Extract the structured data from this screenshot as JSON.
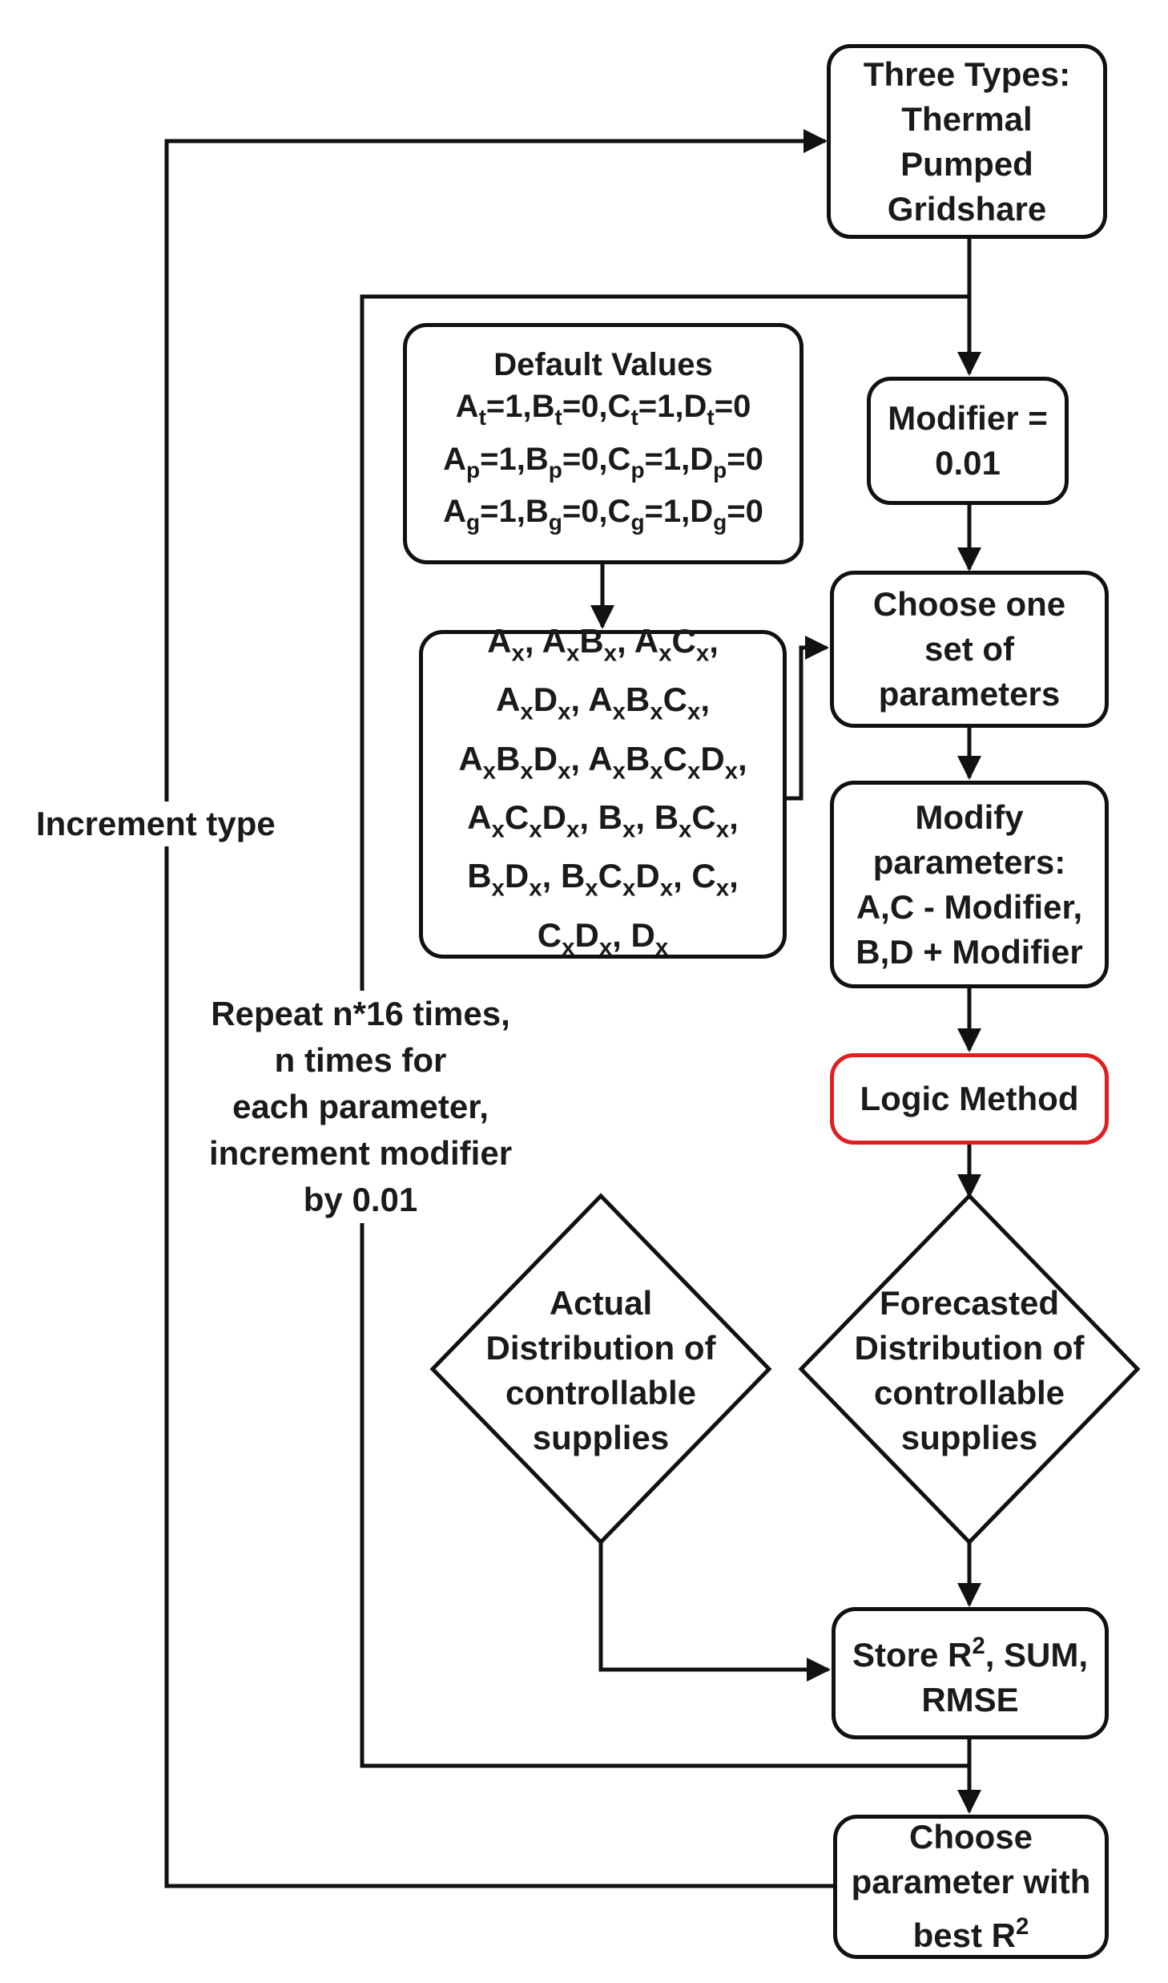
{
  "nodes": {
    "types": {
      "lines": [
        "Three Types:",
        "Thermal",
        "Pumped",
        "Gridshare"
      ]
    },
    "modifier": {
      "lines": [
        "Modifier =",
        "0.01"
      ]
    },
    "defaults": {
      "title": "Default Values",
      "rows": [
        {
          "letters": [
            "A",
            "B",
            "C",
            "D"
          ],
          "values": [
            "1",
            "0",
            "1",
            "0"
          ],
          "sub": "t"
        },
        {
          "letters": [
            "A",
            "B",
            "C",
            "D"
          ],
          "values": [
            "1",
            "0",
            "1",
            "0"
          ],
          "sub": "p"
        },
        {
          "letters": [
            "A",
            "B",
            "C",
            "D"
          ],
          "values": [
            "1",
            "0",
            "1",
            "0"
          ],
          "sub": "g"
        }
      ]
    },
    "combos": {
      "sub": "x",
      "lines": [
        [
          "A",
          "AB",
          "AC"
        ],
        [
          "AD",
          "ABC"
        ],
        [
          "ABD",
          "ABCD"
        ],
        [
          "ACD",
          "B",
          "BC"
        ],
        [
          "BD",
          "BCD",
          "C"
        ],
        [
          "CD",
          "D"
        ]
      ]
    },
    "choose_set": {
      "lines": [
        "Choose one",
        "set of",
        "parameters"
      ]
    },
    "modify": {
      "lines": [
        "Modify",
        "parameters:",
        "A,C - Modifier,",
        "B,D + Modifier"
      ]
    },
    "logic": {
      "lines": [
        "Logic Method"
      ]
    },
    "actual": {
      "lines": [
        "Actual",
        "Distribution of",
        "controllable",
        "supplies"
      ]
    },
    "forecast": {
      "lines": [
        "Forecasted",
        "Distribution of",
        "controllable",
        "supplies"
      ]
    },
    "store": {
      "line1_pre": "Store R",
      "line1_sup": "2",
      "line1_post": ", SUM,",
      "line2": "RMSE"
    },
    "choose_best": {
      "lines": [
        "Choose",
        "parameter with"
      ],
      "last_pre": "best R",
      "last_sup": "2"
    }
  },
  "labels": {
    "increment_type": "Increment type",
    "repeat": [
      "Repeat n*16 times,",
      "n times for",
      "each parameter,",
      "increment modifier",
      "by 0.01"
    ]
  }
}
